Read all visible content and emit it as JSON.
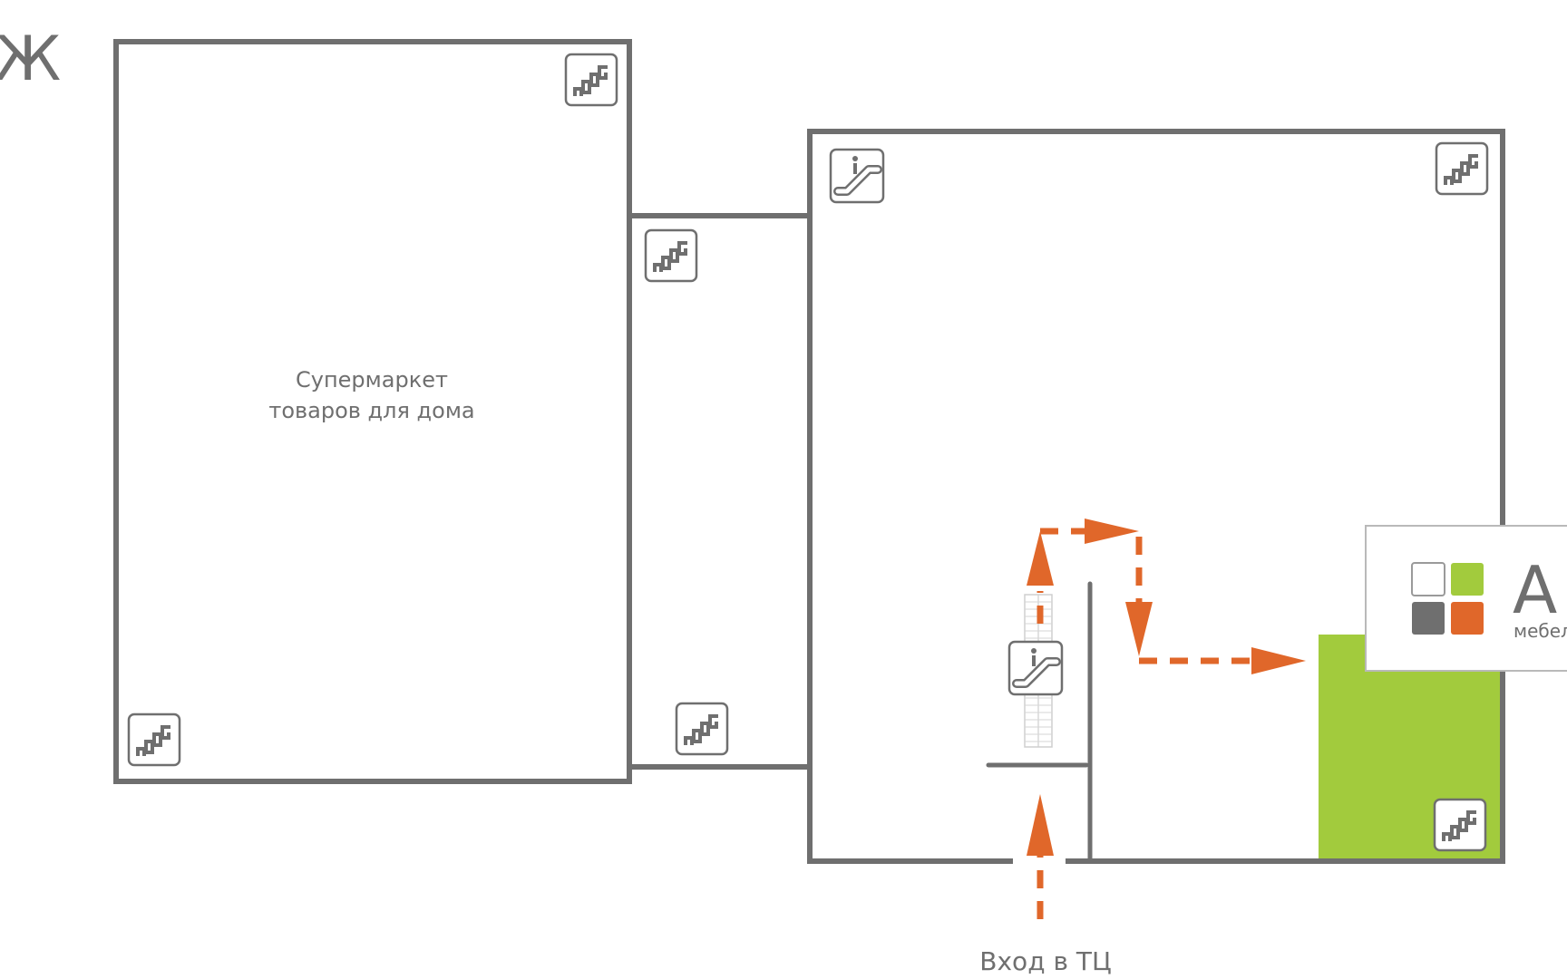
{
  "floor_label": "Ж",
  "rooms": {
    "supermarket": {
      "label_line1": "Супермаркет",
      "label_line2": "товаров для дома"
    },
    "connector": {},
    "main_hall": {}
  },
  "store": {
    "highlight_color": "#a2cb3d"
  },
  "legend": {
    "title_partial": "А",
    "subtitle_partial": "мебел",
    "tiles": [
      "#ffffff",
      "#a2cb3d",
      "#6f6f6f",
      "#e0672a"
    ]
  },
  "entrance": {
    "label": "Вход в ТЦ"
  },
  "colors": {
    "wall": "#6f6f6f",
    "route": "#e0672a",
    "store": "#a2cb3d"
  },
  "icons": {
    "stairs": "stairs-icon",
    "escalator": "escalator-icon"
  }
}
